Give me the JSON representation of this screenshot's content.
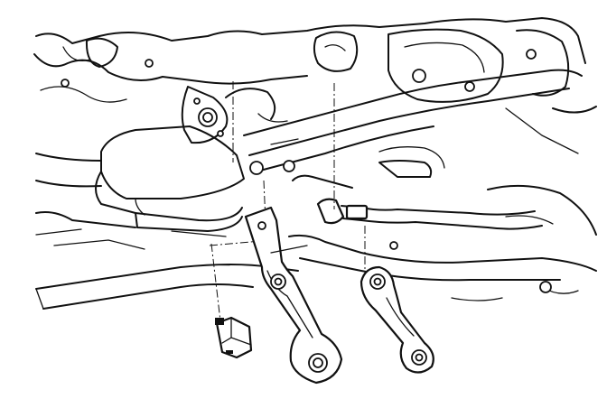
{
  "figure": {
    "type": "exploded-parts-line-drawing",
    "background": "#ffffff",
    "line_color": "#111111",
    "parts": [
      {
        "name": "engine-block"
      },
      {
        "name": "oil-pan"
      },
      {
        "name": "crossmember-frame"
      },
      {
        "name": "tie-rod"
      },
      {
        "name": "clip"
      },
      {
        "name": "bracket-large"
      },
      {
        "name": "bracket-small"
      }
    ],
    "callout_labels": []
  }
}
